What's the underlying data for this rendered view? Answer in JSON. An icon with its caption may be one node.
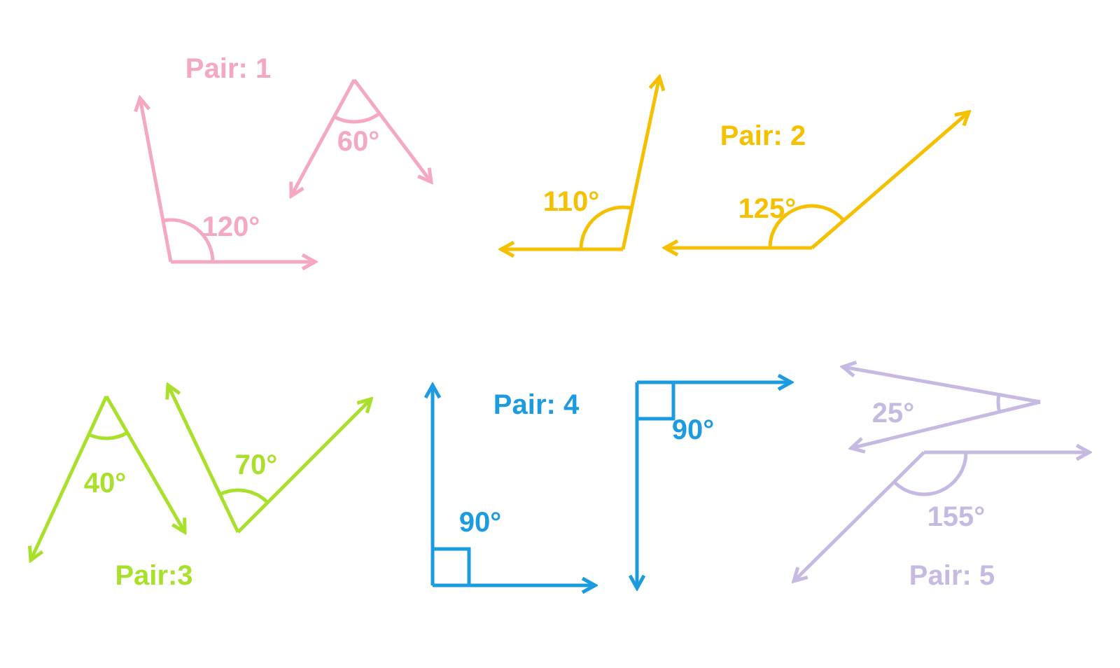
{
  "diagram": {
    "labels": [
      "Pair: 1",
      "60°",
      "Pair: 2",
      "110°",
      "125°",
      "120°",
      "Pair: 4",
      "90°",
      "25°",
      "70°",
      "40°",
      "90°",
      "155°",
      "Pair:3",
      "Pair: 5"
    ]
  }
}
